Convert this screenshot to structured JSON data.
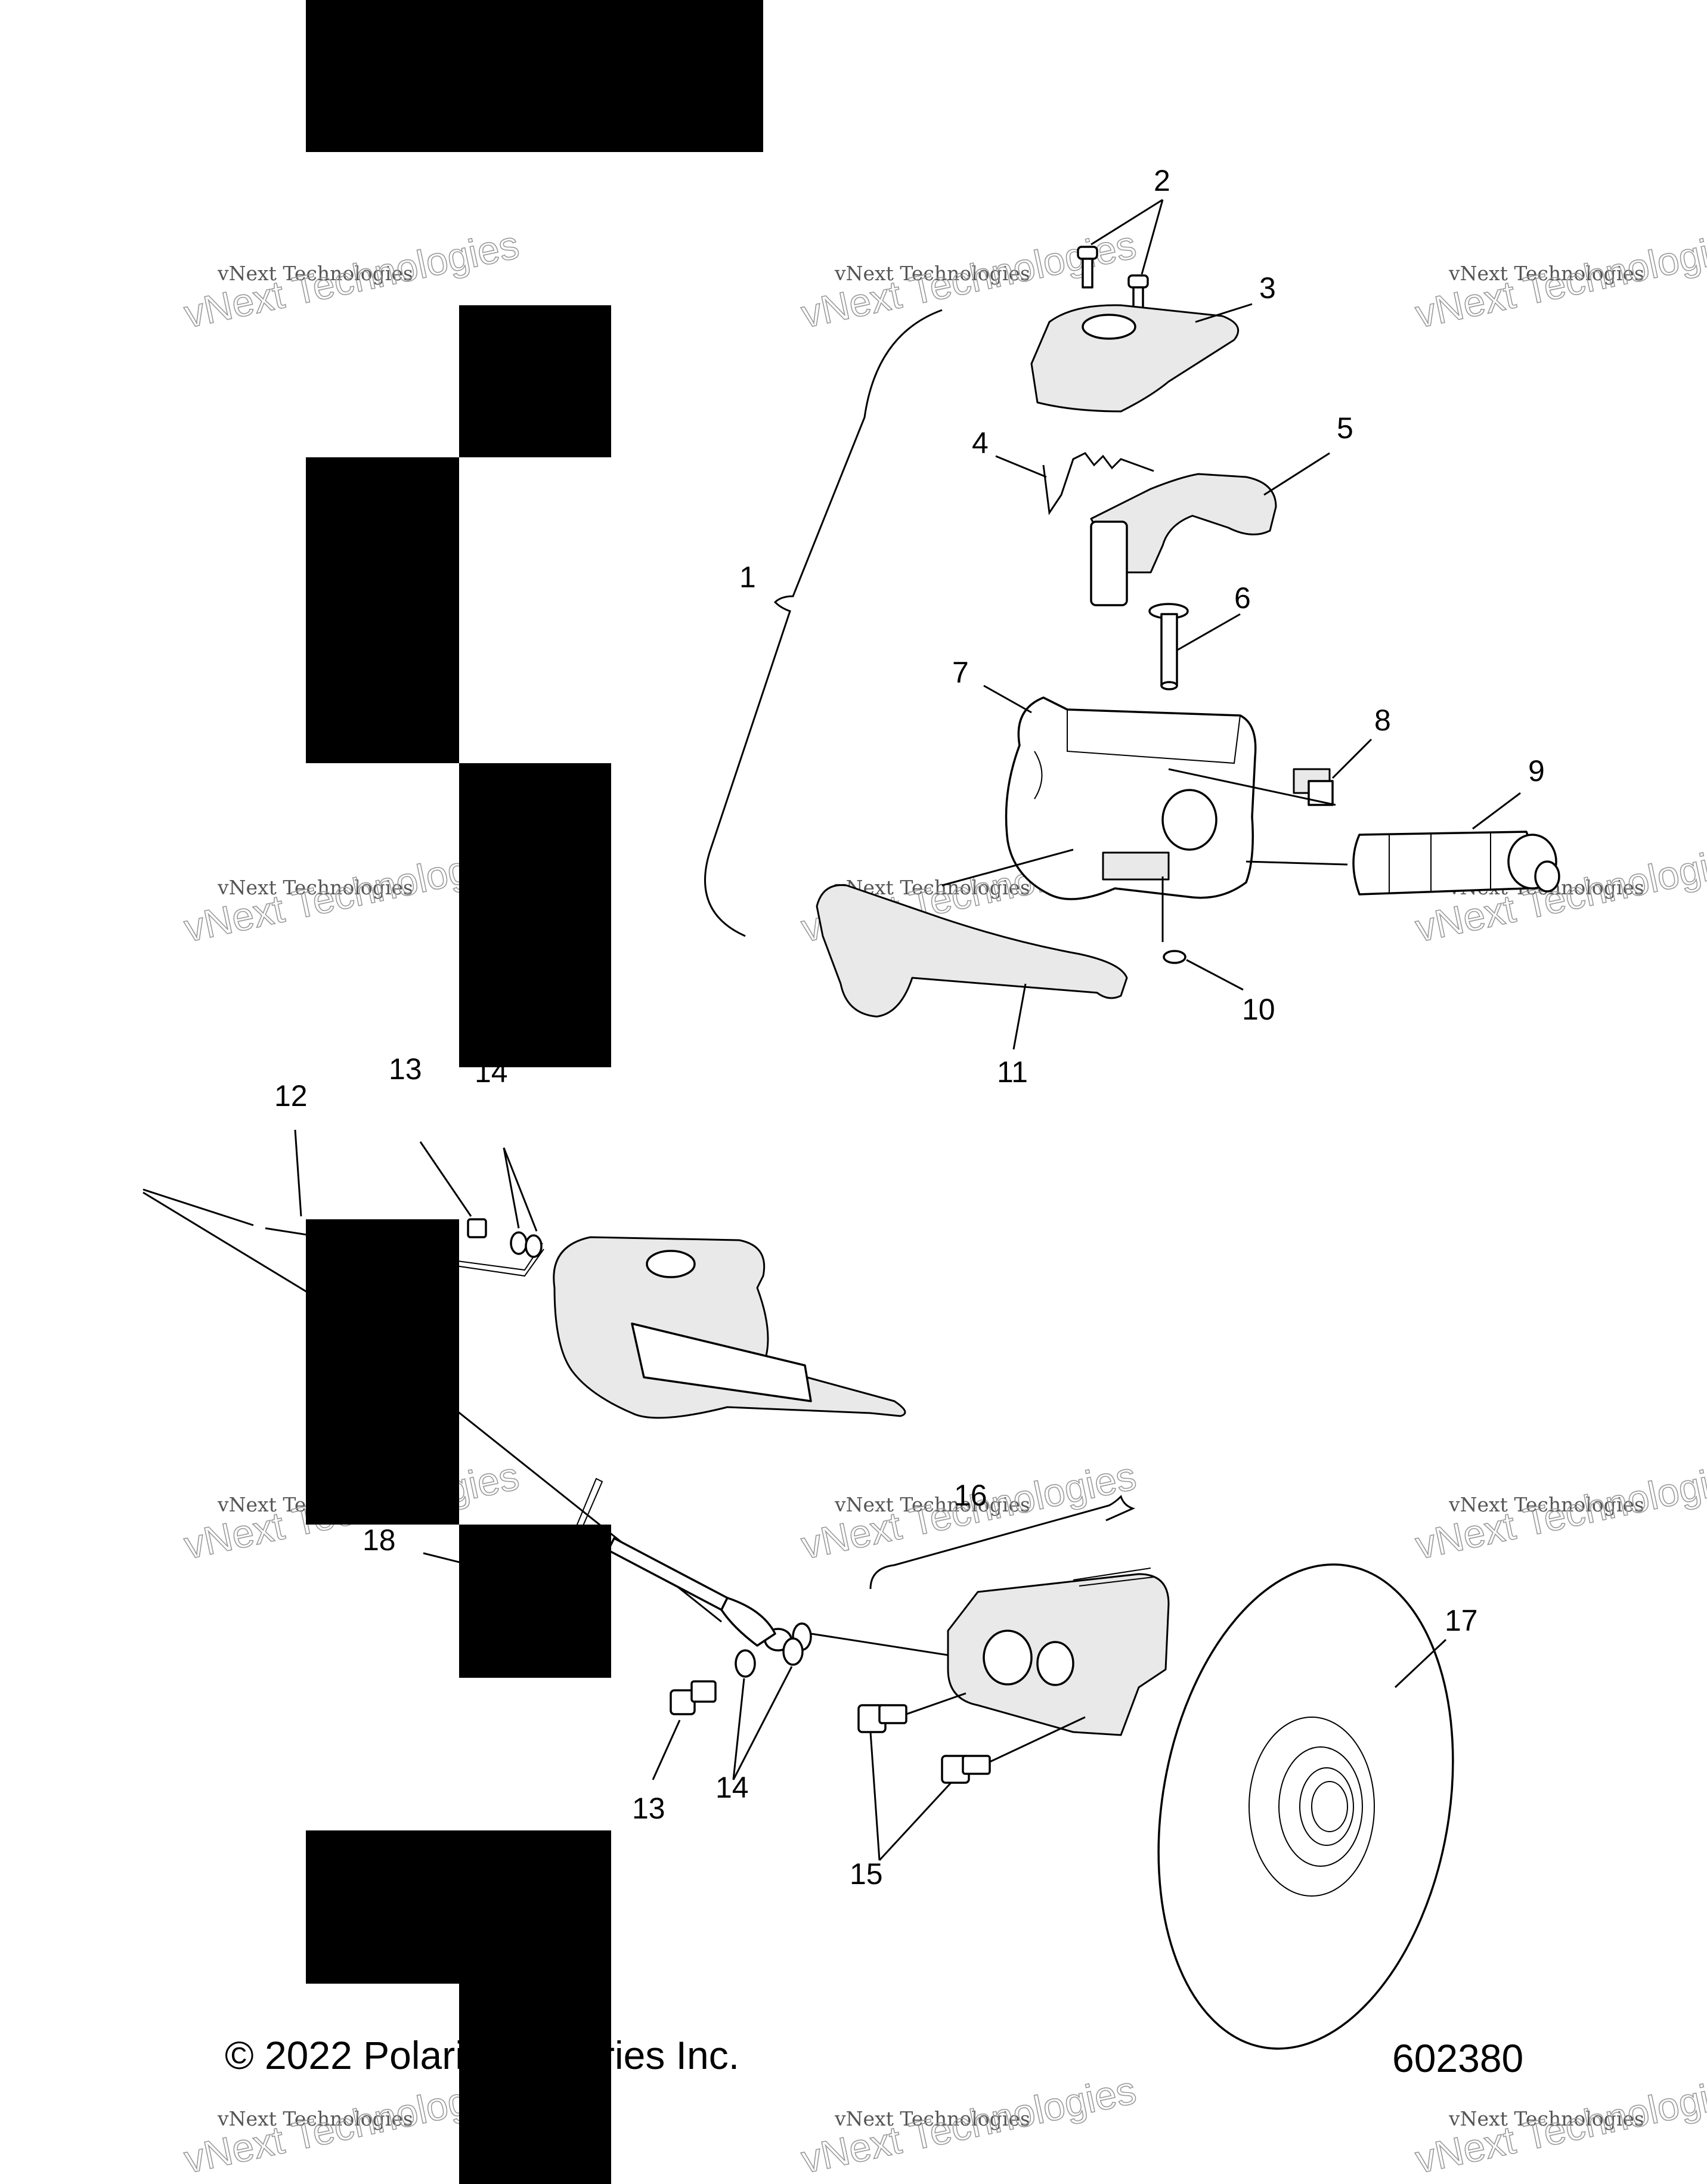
{
  "diagram": {
    "callouts": [
      {
        "id": "c2",
        "text": "2"
      },
      {
        "id": "c3",
        "text": "3"
      },
      {
        "id": "c4",
        "text": "4"
      },
      {
        "id": "c5",
        "text": "5"
      },
      {
        "id": "c1",
        "text": "1"
      },
      {
        "id": "c6",
        "text": "6"
      },
      {
        "id": "c7",
        "text": "7"
      },
      {
        "id": "c8",
        "text": "8"
      },
      {
        "id": "c9",
        "text": "9"
      },
      {
        "id": "c10",
        "text": "10"
      },
      {
        "id": "c11",
        "text": "11"
      },
      {
        "id": "c12",
        "text": "12"
      },
      {
        "id": "c13a",
        "text": "13"
      },
      {
        "id": "c14a",
        "text": "14"
      },
      {
        "id": "c16",
        "text": "16"
      },
      {
        "id": "c17",
        "text": "17"
      },
      {
        "id": "c18",
        "text": "18"
      },
      {
        "id": "c13b",
        "text": "13"
      },
      {
        "id": "c14b",
        "text": "14"
      },
      {
        "id": "c15",
        "text": "15"
      }
    ],
    "watermark": {
      "line1": "vNext Technologies",
      "line2": "vNext Technologies"
    },
    "footer": {
      "copyright": "© 2022 Polaris Industries Inc.",
      "drawing_number": "602380"
    }
  }
}
